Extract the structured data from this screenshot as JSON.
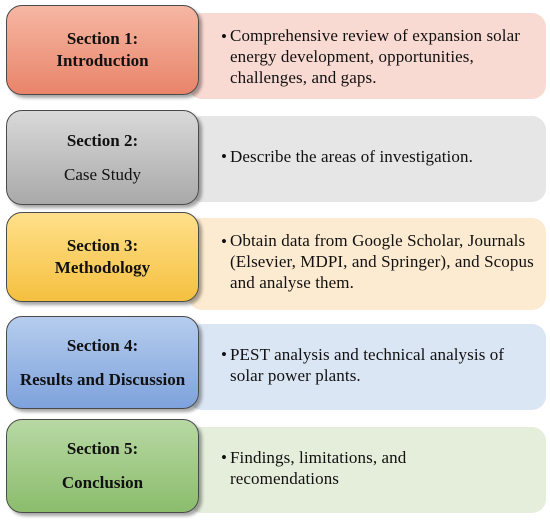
{
  "sections": [
    {
      "title": "Section 1:",
      "subtitle": "Introduction",
      "description": "Comprehensive review of expansion solar energy development, opportunities, challenges, and gaps.",
      "box_gradient": [
        "#f6b7a3",
        "#e9846a"
      ],
      "desc_color": "#f9dad2"
    },
    {
      "title": "Section 2:",
      "subtitle": "Case Study",
      "description": "Describe the areas of investigation.",
      "box_gradient": [
        "#d9d9d9",
        "#a9a9a9"
      ],
      "desc_color": "#e6e6e6"
    },
    {
      "title": "Section 3:",
      "subtitle": "Methodology",
      "description": "Obtain data from Google Scholar, Journals (Elsevier, MDPI, and Springer), and Scopus and analyse them.",
      "box_gradient": [
        "#ffe08a",
        "#f5c040"
      ],
      "desc_color": "#fdebd1"
    },
    {
      "title": "Section 4:",
      "subtitle": "Results and Discussion",
      "description": "PEST analysis and technical analysis of  solar power plants.",
      "box_gradient": [
        "#b6cdee",
        "#7ea2dc"
      ],
      "desc_color": "#dbe6f4"
    },
    {
      "title": "Section 5:",
      "subtitle": "Conclusion",
      "description": "Findings, limitations, and recomendations",
      "box_gradient": [
        "#b8d8a4",
        "#8bbd6c"
      ],
      "desc_color": "#e4eedb"
    }
  ],
  "bullet_char": "•"
}
